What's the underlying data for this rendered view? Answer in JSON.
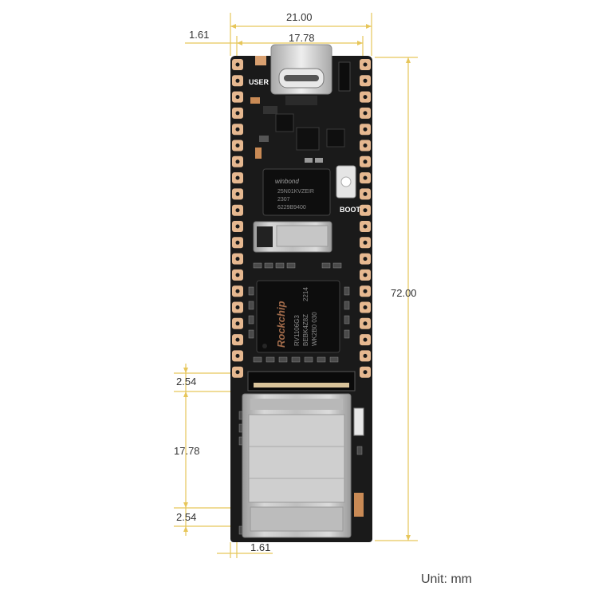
{
  "dimensions": {
    "top_width": "21.00",
    "top_pitch": "17.78",
    "left_offset_top": "1.61",
    "height": "72.00",
    "left_pitch_top": "2.54",
    "left_span": "17.78",
    "left_pitch_bottom": "2.54",
    "bottom_offset": "1.61"
  },
  "board_labels": {
    "user": "USER",
    "boot": "BOOT"
  },
  "chips": {
    "flash_brand": "winbond",
    "flash_line1": "25N01KVZEIR",
    "flash_line2": "2307",
    "flash_line3": "6229B9400",
    "soc_brand": "Rockchip",
    "soc_line1": "RV1106G3",
    "soc_line2": "BEBK4Z8Z",
    "soc_line3": "2214",
    "soc_line4": "WK2B0 030"
  },
  "unit_label": "Unit: mm",
  "colors": {
    "pcb": "#1a1a1a",
    "pad": "#e6b890",
    "dimension_line": "#e7c65a",
    "metal": "#c8c8c8"
  }
}
